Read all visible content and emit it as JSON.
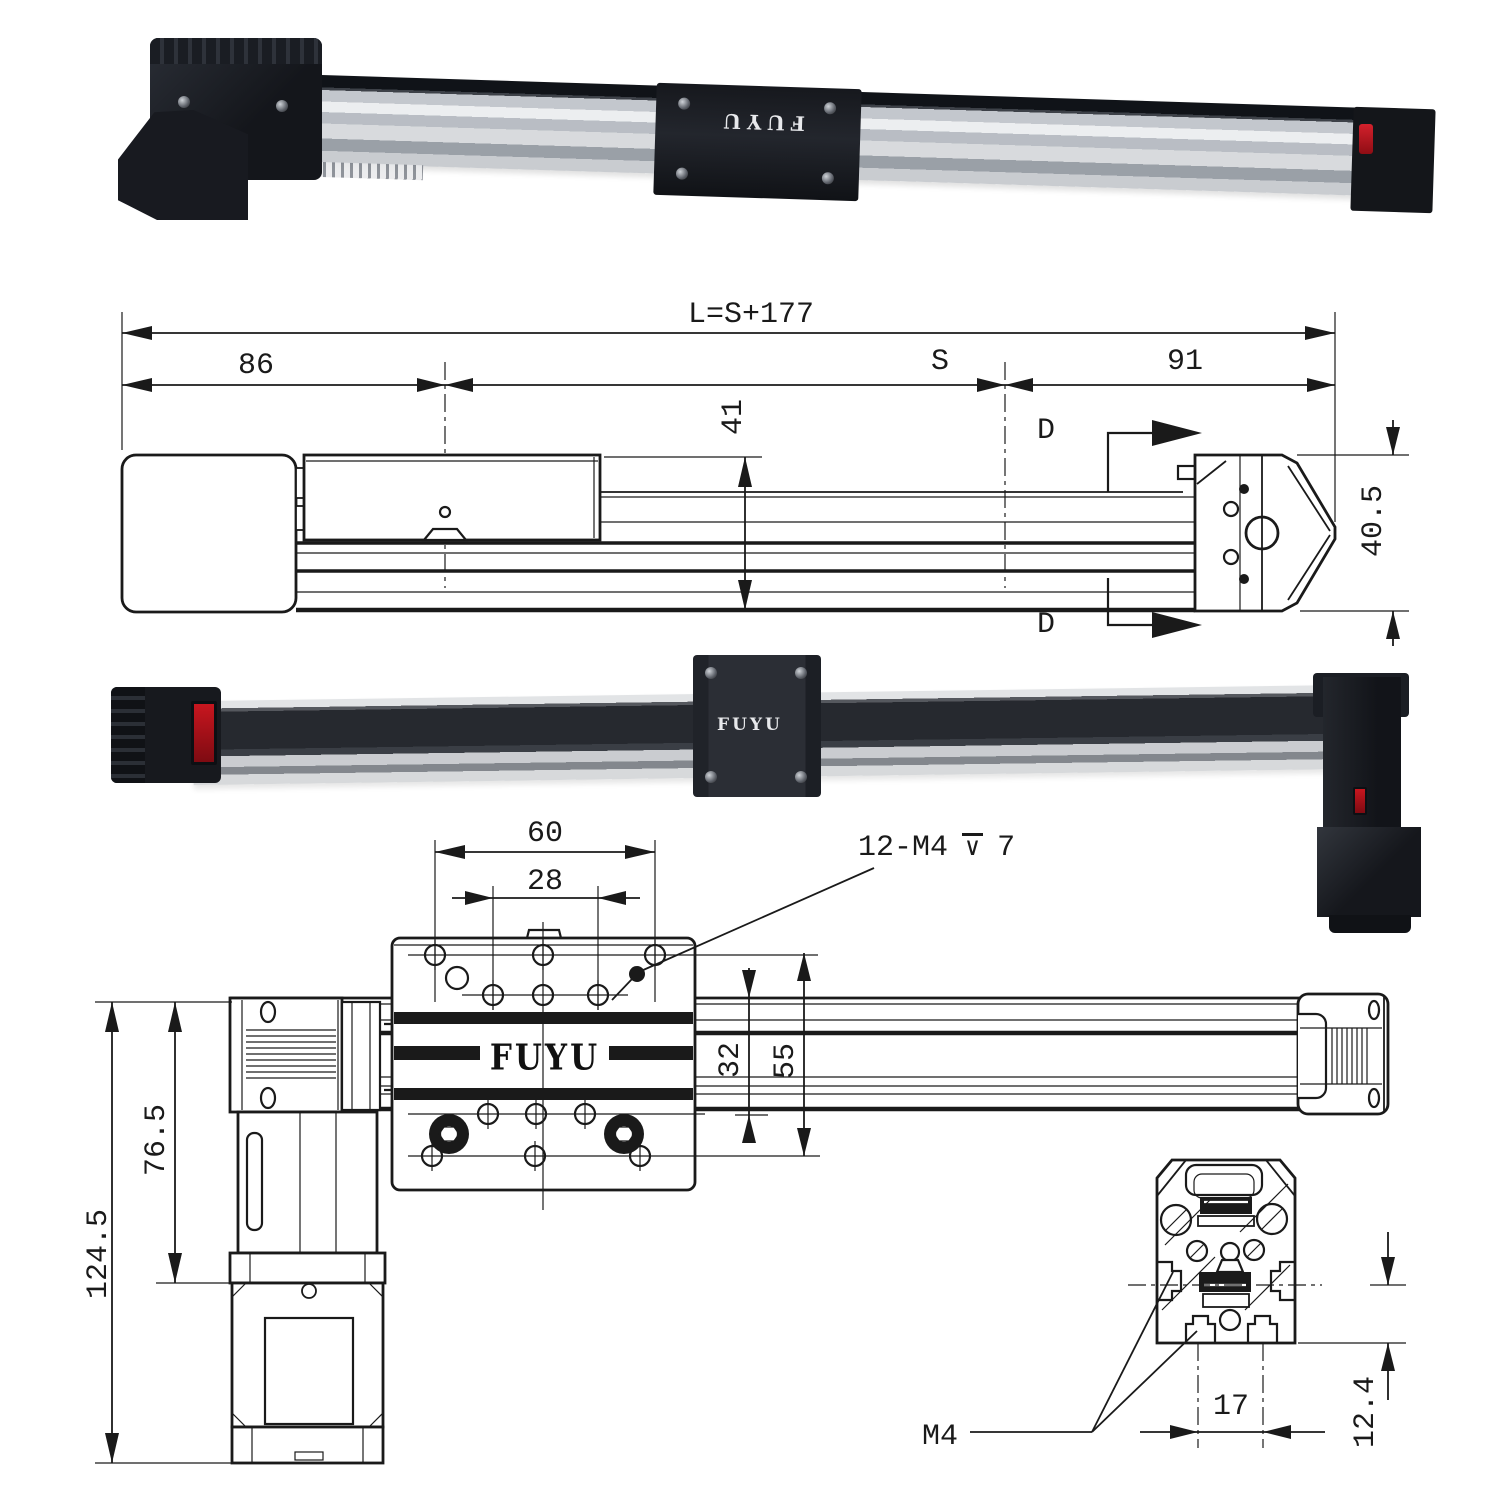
{
  "brand": "FUYU",
  "colors": {
    "accent_red": "#c1121f",
    "line": "#1a1a1a"
  },
  "side_view": {
    "dim_total": "L=S+177",
    "dim_motor_side": "86",
    "dim_stroke": "S",
    "dim_end_side": "91",
    "dim_body_height": "41",
    "dim_end_plate_height": "40.5",
    "section_mark": "D"
  },
  "top_view": {
    "dim_hole_span_outer": "60",
    "dim_hole_span_inner": "28",
    "thread_callout": "12-M4",
    "thread_depth": "7",
    "dim_rail_width": "32",
    "dim_carriage_width": "55",
    "dim_motor_length": "76.5",
    "dim_overall_width": "124.5"
  },
  "section_view": {
    "dim_slot_pitch": "17",
    "dim_slot_depth": "12.4",
    "thread_label": "M4"
  }
}
